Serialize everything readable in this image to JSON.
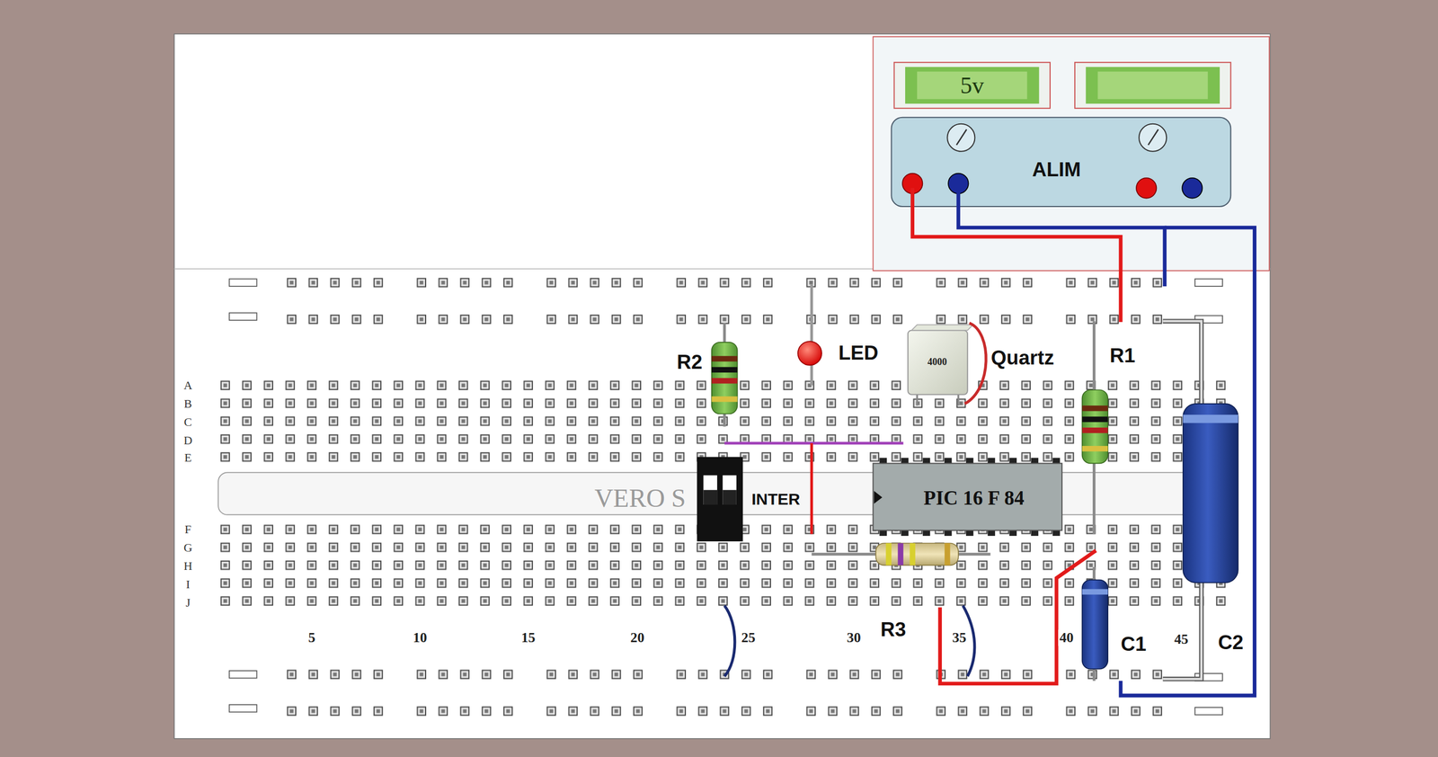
{
  "diagram": {
    "nodes": [
      {
        "text": [
          "ALIM"
        ]
      },
      {
        "text": [
          "5v"
        ]
      },
      {
        "text": [
          "4000",
          "Quartz"
        ]
      },
      {
        "text": [
          "PIC 16 F 84"
        ]
      }
    ],
    "labels": [
      "R2",
      "LED",
      "R1",
      "A",
      "B",
      "C",
      "D",
      "E",
      "VERO S",
      "INTER",
      "F",
      "G",
      "H",
      "I",
      "J",
      "5",
      "10",
      "15",
      "20",
      "25",
      "30",
      "R3",
      "35",
      "40",
      "C1",
      "45",
      "C2"
    ]
  }
}
